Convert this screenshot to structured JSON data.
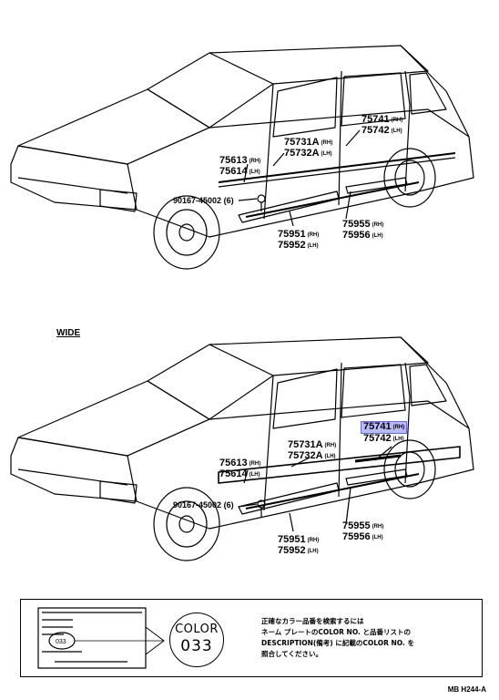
{
  "section_label": "WIDE",
  "upper_view": {
    "rocker_molding_rear": [
      "75741",
      "75742"
    ],
    "rocker_molding_rear_sides": [
      "(RH)",
      "(LH)"
    ],
    "rocker_molding_front": [
      "75731A",
      "75732A"
    ],
    "rocker_molding_front_sides": [
      "(RH)",
      "(LH)"
    ],
    "front_molding": [
      "75613",
      "75614"
    ],
    "front_molding_sides": [
      "(RH)",
      "(LH)"
    ],
    "clip": "90167-45002",
    "clip_qty": "(6)",
    "lower_moulding_front": [
      "75951",
      "75952"
    ],
    "lower_moulding_front_sides": [
      "(RH)",
      "(LH)"
    ],
    "lower_moulding_rear": [
      "75955",
      "75956"
    ],
    "lower_moulding_rear_sides": [
      "(RH)",
      "(LH)"
    ]
  },
  "lower_view": {
    "rocker_molding_rear": [
      "75741",
      "75742"
    ],
    "rocker_molding_rear_sides": [
      "(RH)",
      "(LH)"
    ],
    "rocker_molding_front": [
      "75731A",
      "75732A"
    ],
    "rocker_molding_front_sides": [
      "(RH)",
      "(LH)"
    ],
    "front_molding": [
      "75613",
      "75614"
    ],
    "front_molding_sides": [
      "(RH)",
      "(LH)"
    ],
    "clip": "90167-45002",
    "clip_qty": "(6)",
    "lower_moulding_front": [
      "75951",
      "75952"
    ],
    "lower_moulding_front_sides": [
      "(RH)",
      "(LH)"
    ],
    "lower_moulding_rear": [
      "75955",
      "75956"
    ],
    "lower_moulding_rear_sides": [
      "(RH)",
      "(LH)"
    ]
  },
  "legend": {
    "color_word": "COLOR",
    "color_code": "033",
    "note_lines": [
      "正確なカラー品番を検索するには",
      "ネーム プレートのCOLOR NO. と品番リストの",
      "DESCRIPTION(備考) に記載のCOLOR NO. を",
      "照合してください。"
    ],
    "plate_code": "033"
  },
  "figure_code": "MB H244-A",
  "colors": {
    "highlight": "#b9b9ff",
    "ink": "#000000"
  }
}
